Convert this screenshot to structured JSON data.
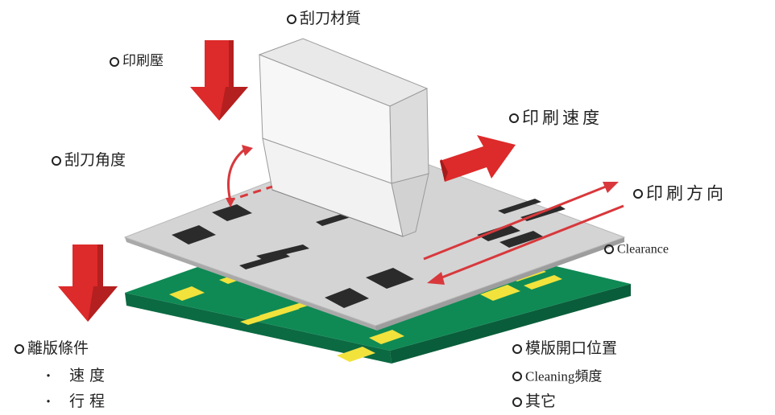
{
  "labels": {
    "squeegee_material": "刮刀材質",
    "print_pressure": "印刷壓",
    "squeegee_angle": "刮刀角度",
    "print_speed": "印刷速度",
    "print_direction": "印刷方向",
    "clearance": "Clearance",
    "separation_conditions": "離版條件",
    "separation_speed": "速度",
    "separation_stroke": "行程",
    "stencil_aperture_position": "模版開口位置",
    "cleaning_frequency": "Cleaning頻度",
    "others": "其它"
  },
  "bullet": "・",
  "colors": {
    "arrow_red": "#dd2a2a",
    "pcb_green": "#0f8a55",
    "pad_yellow": "#f2e23c",
    "stencil_gray": "#d4d4d4",
    "aperture_dark": "#2b2b2b",
    "squeegee_white": "#f7f7f7",
    "line_red": "#d8383c"
  }
}
